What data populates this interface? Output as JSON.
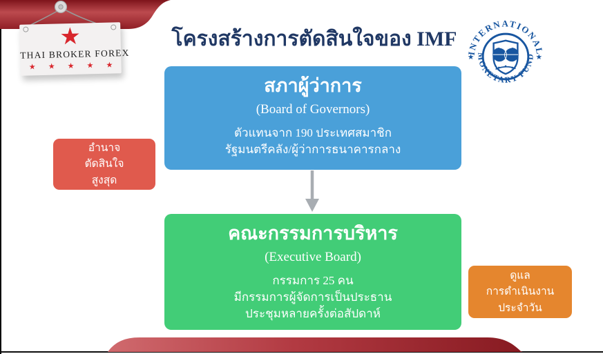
{
  "title": "โครงสร้างการตัดสินใจของ IMF",
  "branding": {
    "name": "THAI BROKER FOREX",
    "big_star": "★",
    "star_row": "★ ★ ★ ★ ★"
  },
  "imf": {
    "top_text": "INTERNATIONAL",
    "bottom_text": "MONETARY FUND",
    "left_star": "★",
    "right_star": "★"
  },
  "diagram": {
    "governors": {
      "title": "สภาผู้ว่าการ",
      "subtitle": "(Board of Governors)",
      "line1": "ตัวแทนจาก 190 ประเทศสมาชิก",
      "line2": "รัฐมนตรีคลัง/ผู้ว่าการธนาคารกลาง"
    },
    "executive": {
      "title": "คณะกรรมการบริหาร",
      "subtitle": "(Executive Board)",
      "line1": "กรรมการ 25 คน",
      "line2": "มีกรรมการผู้จัดการเป็นประธาน",
      "line3": "ประชุมหลายครั้งต่อสัปดาห์"
    },
    "left_callout": {
      "line1": "อำนาจ",
      "line2": "ตัดสินใจ",
      "line3": "สูงสุด"
    },
    "right_callout": {
      "line1": "ดูแล",
      "line2": "การดำเนินงาน",
      "line3": "ประจำวัน"
    }
  },
  "colors": {
    "governors_box": "#4aa0d9",
    "executive_box": "#42cd77",
    "left_callout": "#e05a4d",
    "right_callout": "#e5862e",
    "title_text": "#203864",
    "imf_blue": "#1856a0",
    "banner_dark_red": "#8a161d",
    "banner_mid_red": "#bc4a4e",
    "banner_light_red": "#d06a6e",
    "arrow_gray": "#a8adb2"
  }
}
